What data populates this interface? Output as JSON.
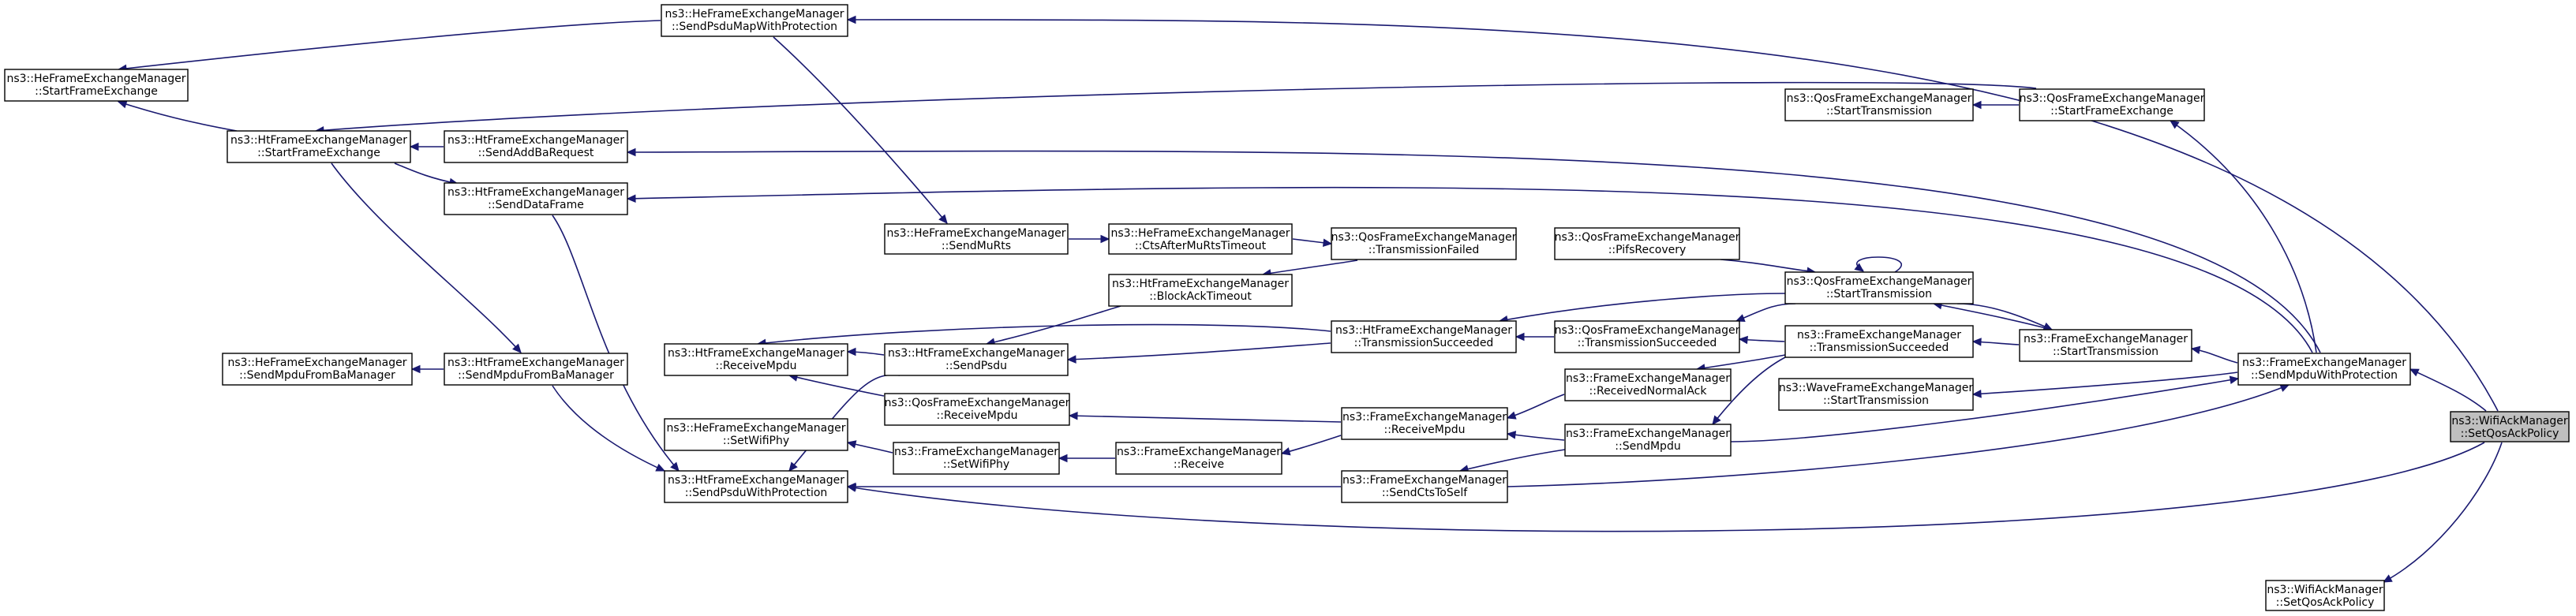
{
  "diagram": {
    "type": "call-graph",
    "colors": {
      "edge": "#191970",
      "node_border": "#000000",
      "node_fill": "#ffffff",
      "root_fill": "#bfbfbf"
    },
    "nodes": [
      {
        "id": "wifi_setqos",
        "lines": [
          "ns3::WifiAckManager",
          "::SetQosAckPolicy"
        ],
        "root": true
      },
      {
        "id": "wifi_setqos2",
        "lines": [
          "ns3::WifiAckManager",
          "::SetQosAckPolicy"
        ]
      },
      {
        "id": "fem_sendmpdu_wp",
        "lines": [
          "ns3::FrameExchangeManager",
          "::SendMpduWithProtection"
        ]
      },
      {
        "id": "qos_startfe",
        "lines": [
          "ns3::QosFrameExchangeManager",
          "::StartFrameExchange"
        ]
      },
      {
        "id": "qos_starttx_a",
        "lines": [
          "ns3::QosFrameExchangeManager",
          "::StartTransmission"
        ]
      },
      {
        "id": "he_sendpsdumap",
        "lines": [
          "ns3::HeFrameExchangeManager",
          "::SendPsduMapWithProtection"
        ]
      },
      {
        "id": "he_startfe",
        "lines": [
          "ns3::HeFrameExchangeManager",
          "::StartFrameExchange"
        ]
      },
      {
        "id": "ht_startfe",
        "lines": [
          "ns3::HtFrameExchangeManager",
          "::StartFrameExchange"
        ]
      },
      {
        "id": "ht_sendaddba",
        "lines": [
          "ns3::HtFrameExchangeManager",
          "::SendAddBaRequest"
        ]
      },
      {
        "id": "ht_senddata",
        "lines": [
          "ns3::HtFrameExchangeManager",
          "::SendDataFrame"
        ]
      },
      {
        "id": "he_sendmurts",
        "lines": [
          "ns3::HeFrameExchangeManager",
          "::SendMuRts"
        ]
      },
      {
        "id": "he_ctsafter",
        "lines": [
          "ns3::HeFrameExchangeManager",
          "::CtsAfterMuRtsTimeout"
        ]
      },
      {
        "id": "qos_txfailed",
        "lines": [
          "ns3::QosFrameExchangeManager",
          "::TransmissionFailed"
        ]
      },
      {
        "id": "qos_pifs",
        "lines": [
          "ns3::QosFrameExchangeManager",
          "::PifsRecovery"
        ]
      },
      {
        "id": "qos_starttx_b",
        "lines": [
          "ns3::QosFrameExchangeManager",
          "::StartTransmission"
        ]
      },
      {
        "id": "ht_blockack",
        "lines": [
          "ns3::HtFrameExchangeManager",
          "::BlockAckTimeout"
        ]
      },
      {
        "id": "ht_txsucc",
        "lines": [
          "ns3::HtFrameExchangeManager",
          "::TransmissionSucceeded"
        ]
      },
      {
        "id": "qos_txsucc",
        "lines": [
          "ns3::QosFrameExchangeManager",
          "::TransmissionSucceeded"
        ]
      },
      {
        "id": "fem_txsucc",
        "lines": [
          "ns3::FrameExchangeManager",
          "::TransmissionSucceeded"
        ]
      },
      {
        "id": "fem_starttx",
        "lines": [
          "ns3::FrameExchangeManager",
          "::StartTransmission"
        ]
      },
      {
        "id": "wave_starttx",
        "lines": [
          "ns3::WaveFrameExchangeManager",
          "::StartTransmission"
        ]
      },
      {
        "id": "ht_recvmpdu",
        "lines": [
          "ns3::HtFrameExchangeManager",
          "::ReceiveMpdu"
        ]
      },
      {
        "id": "ht_sendpsdu",
        "lines": [
          "ns3::HtFrameExchangeManager",
          "::SendPsdu"
        ]
      },
      {
        "id": "he_sendmpdufromba",
        "lines": [
          "ns3::HeFrameExchangeManager",
          "::SendMpduFromBaManager"
        ]
      },
      {
        "id": "ht_sendmpdufromba",
        "lines": [
          "ns3::HtFrameExchangeManager",
          "::SendMpduFromBaManager"
        ]
      },
      {
        "id": "qos_recvmpdu",
        "lines": [
          "ns3::QosFrameExchangeManager",
          "::ReceiveMpdu"
        ]
      },
      {
        "id": "fem_recvnormalack",
        "lines": [
          "ns3::FrameExchangeManager",
          "::ReceivedNormalAck"
        ]
      },
      {
        "id": "fem_recvmpdu",
        "lines": [
          "ns3::FrameExchangeManager",
          "::ReceiveMpdu"
        ]
      },
      {
        "id": "fem_sendmpdu",
        "lines": [
          "ns3::FrameExchangeManager",
          "::SendMpdu"
        ]
      },
      {
        "id": "he_setwifiphy",
        "lines": [
          "ns3::HeFrameExchangeManager",
          "::SetWifiPhy"
        ]
      },
      {
        "id": "fem_setwifiphy",
        "lines": [
          "ns3::FrameExchangeManager",
          "::SetWifiPhy"
        ]
      },
      {
        "id": "fem_receive",
        "lines": [
          "ns3::FrameExchangeManager",
          "::Receive"
        ]
      },
      {
        "id": "ht_sendpsdu_wp",
        "lines": [
          "ns3::HtFrameExchangeManager",
          "::SendPsduWithProtection"
        ]
      },
      {
        "id": "fem_sendcts",
        "lines": [
          "ns3::FrameExchangeManager",
          "::SendCtsToSelf"
        ]
      }
    ],
    "edges": [
      [
        "fem_sendmpdu_wp",
        "wifi_setqos"
      ],
      [
        "he_sendpsdumap",
        "wifi_setqos"
      ],
      [
        "ht_sendpsdu_wp",
        "wifi_setqos"
      ],
      [
        "wifi_setqos2",
        "wifi_setqos"
      ],
      [
        "qos_startfe",
        "fem_sendmpdu_wp"
      ],
      [
        "ht_sendaddba",
        "fem_sendmpdu_wp"
      ],
      [
        "ht_senddata",
        "fem_sendmpdu_wp"
      ],
      [
        "fem_starttx",
        "fem_sendmpdu_wp"
      ],
      [
        "wave_starttx",
        "fem_sendmpdu_wp"
      ],
      [
        "qos_starttx_a",
        "qos_startfe"
      ],
      [
        "ht_startfe",
        "qos_startfe"
      ],
      [
        "he_startfe",
        "he_sendpsdumap"
      ],
      [
        "he_sendmurts",
        "he_sendpsdumap"
      ],
      [
        "he_startfe",
        "ht_startfe"
      ],
      [
        "ht_startfe",
        "ht_sendaddba"
      ],
      [
        "ht_senddata",
        "ht_startfe"
      ],
      [
        "ht_sendmpdufromba",
        "ht_startfe"
      ],
      [
        "ht_sendpsdu_wp",
        "ht_senddata"
      ],
      [
        "he_ctsafter",
        "he_sendmurts"
      ],
      [
        "qos_txfailed",
        "he_ctsafter"
      ],
      [
        "ht_blockack",
        "qos_txfailed"
      ],
      [
        "qos_starttx_b",
        "qos_pifs"
      ],
      [
        "qos_starttx_b",
        "qos_starttx_b"
      ],
      [
        "ht_txsucc",
        "qos_starttx_b"
      ],
      [
        "qos_txsucc",
        "qos_starttx_b"
      ],
      [
        "fem_starttx",
        "qos_starttx_b"
      ],
      [
        "ht_sendpsdu",
        "ht_blockack"
      ],
      [
        "ht_recvmpdu",
        "ht_txsucc"
      ],
      [
        "ht_sendpsdu",
        "ht_txsucc"
      ],
      [
        "ht_txsucc",
        "qos_txsucc"
      ],
      [
        "qos_txsucc",
        "fem_txsucc"
      ],
      [
        "fem_recvnormalack",
        "fem_txsucc"
      ],
      [
        "fem_sendmpdu",
        "fem_txsucc"
      ],
      [
        "fem_txsucc",
        "fem_starttx"
      ],
      [
        "qos_starttx_b",
        "fem_starttx"
      ],
      [
        "ht_recvmpdu",
        "ht_sendpsdu"
      ],
      [
        "ht_sendpsdu_wp",
        "ht_sendpsdu"
      ],
      [
        "he_sendmpdufromba",
        "ht_sendmpdufromba"
      ],
      [
        "ht_sendpsdu_wp",
        "ht_sendmpdufromba"
      ],
      [
        "ht_recvmpdu",
        "qos_recvmpdu"
      ],
      [
        "fem_recvmpdu",
        "fem_recvnormalack"
      ],
      [
        "qos_recvmpdu",
        "fem_recvmpdu"
      ],
      [
        "fem_receive",
        "fem_recvmpdu"
      ],
      [
        "fem_recvmpdu",
        "fem_sendmpdu"
      ],
      [
        "fem_sendmpdu_wp",
        "fem_sendmpdu"
      ],
      [
        "he_setwifiphy",
        "fem_setwifiphy"
      ],
      [
        "fem_setwifiphy",
        "fem_receive"
      ],
      [
        "ht_sendpsdu_wp",
        "fem_sendcts"
      ],
      [
        "fem_sendcts",
        "fem_sendmpdu"
      ],
      [
        "fem_sendmpdu_wp",
        "fem_sendcts"
      ]
    ]
  }
}
